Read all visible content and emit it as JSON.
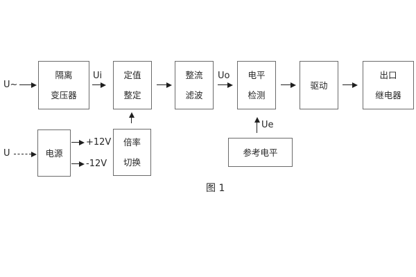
{
  "figure": {
    "caption": "图 1",
    "colors": {
      "border": "#6a6a6a",
      "text": "#262626",
      "arrow": "#1f1f1f",
      "background": "#ffffff"
    },
    "inputs": {
      "ac_label": "U~",
      "dc_label": "U"
    },
    "signal_labels": {
      "ui": "Ui",
      "uo": "Uo",
      "ue": "Ue"
    },
    "power_rails": {
      "positive": "+12V",
      "negative": "-12V"
    },
    "blocks": {
      "isolation": {
        "lines": [
          "隔离",
          "变压器"
        ]
      },
      "setting": {
        "lines": [
          "定值",
          "整定"
        ]
      },
      "rectifier": {
        "lines": [
          "整流",
          "滤波"
        ]
      },
      "level": {
        "lines": [
          "电平",
          "检测"
        ]
      },
      "drive": {
        "label": "驱动"
      },
      "relay": {
        "lines": [
          "出口",
          "继电器"
        ]
      },
      "power": {
        "label": "电源"
      },
      "ratio": {
        "lines": [
          "倍率",
          "切换"
        ]
      },
      "reference": {
        "label": "参考电平"
      }
    }
  }
}
